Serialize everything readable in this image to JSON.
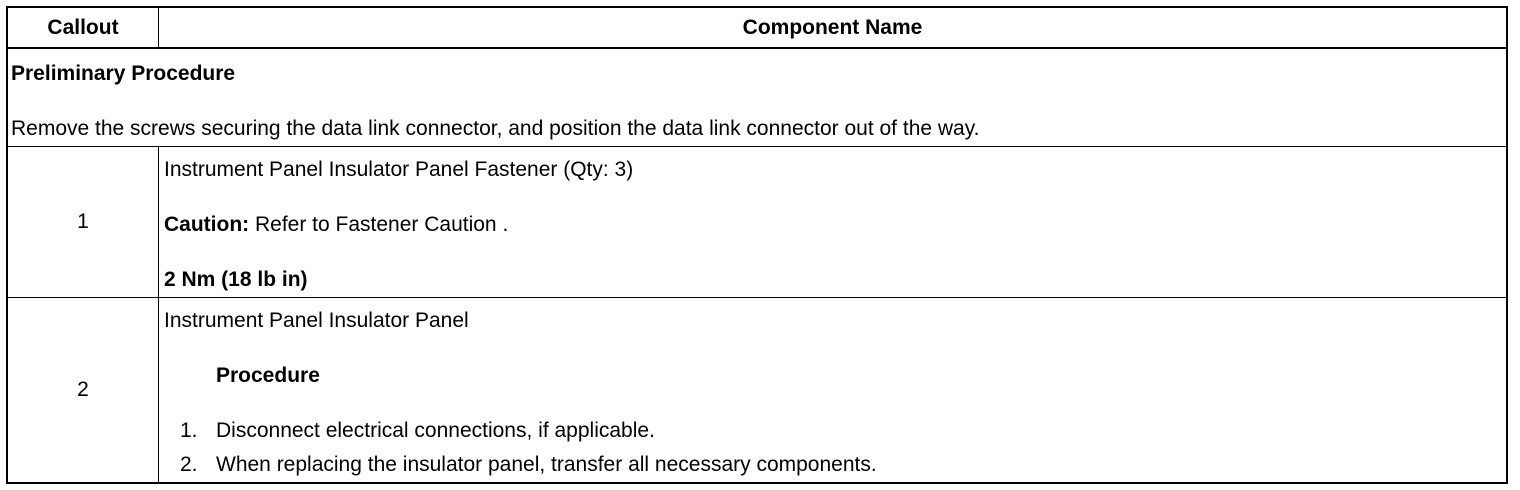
{
  "header": {
    "callout": "Callout",
    "component_name": "Component Name"
  },
  "preliminary": {
    "title": "Preliminary Procedure",
    "text": "Remove the screws securing the data link connector, and position the data link connector out of the way."
  },
  "rows": [
    {
      "callout": "1",
      "name": "Instrument Panel Insulator Panel Fastener (Qty: 3)",
      "caution_label": "Caution:",
      "caution_text": " Refer to Fastener Caution .",
      "torque": "2 Nm (18 lb in)"
    },
    {
      "callout": "2",
      "name": "Instrument Panel Insulator Panel",
      "procedure_title": "Procedure",
      "steps": [
        {
          "num": "1.",
          "text": "Disconnect electrical connections, if applicable."
        },
        {
          "num": "2.",
          "text": "When replacing the insulator panel, transfer all necessary components."
        }
      ]
    }
  ]
}
